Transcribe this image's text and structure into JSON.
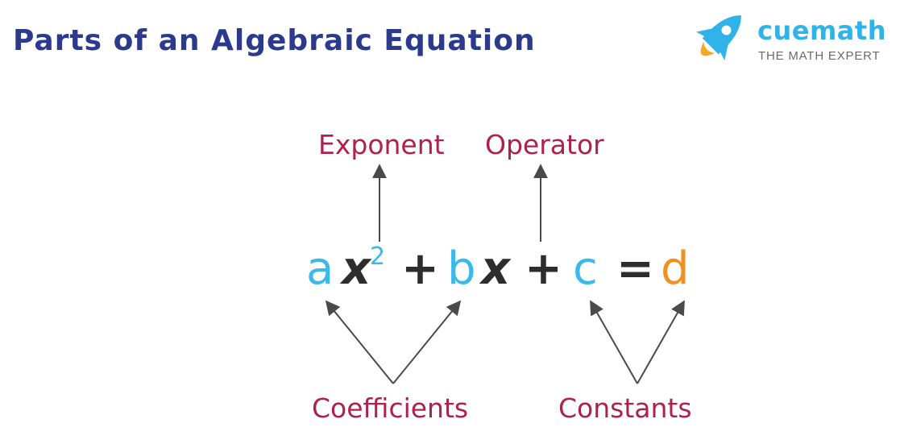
{
  "title": "Parts of an Algebraic Equation",
  "brand": {
    "name": "cuemath",
    "name_part1": "cue",
    "name_part2": "math",
    "tagline": "THE MATH EXPERT"
  },
  "equation": {
    "a": "a",
    "x1": "x",
    "exponent": "2",
    "plus1": "+",
    "b": "b",
    "x2": "x",
    "plus2": "+",
    "c": "c",
    "equals": "=",
    "d": "d"
  },
  "labels": {
    "exponent": "Exponent",
    "operator": "Operator",
    "coefficients": "Coefficients",
    "constants": "Constants"
  },
  "colors": {
    "title": "#2b3a8c",
    "label": "#b0204c",
    "coefficient": "#3cb9ea",
    "constant_d": "#f0901e",
    "variable": "#2d2d2d",
    "arrow": "#4a4a4a",
    "brand_blue": "#2fb3e8",
    "brand_orange": "#f5a623",
    "tagline": "#6b6b6b"
  },
  "icons": {
    "brand": "rocket-icon"
  }
}
